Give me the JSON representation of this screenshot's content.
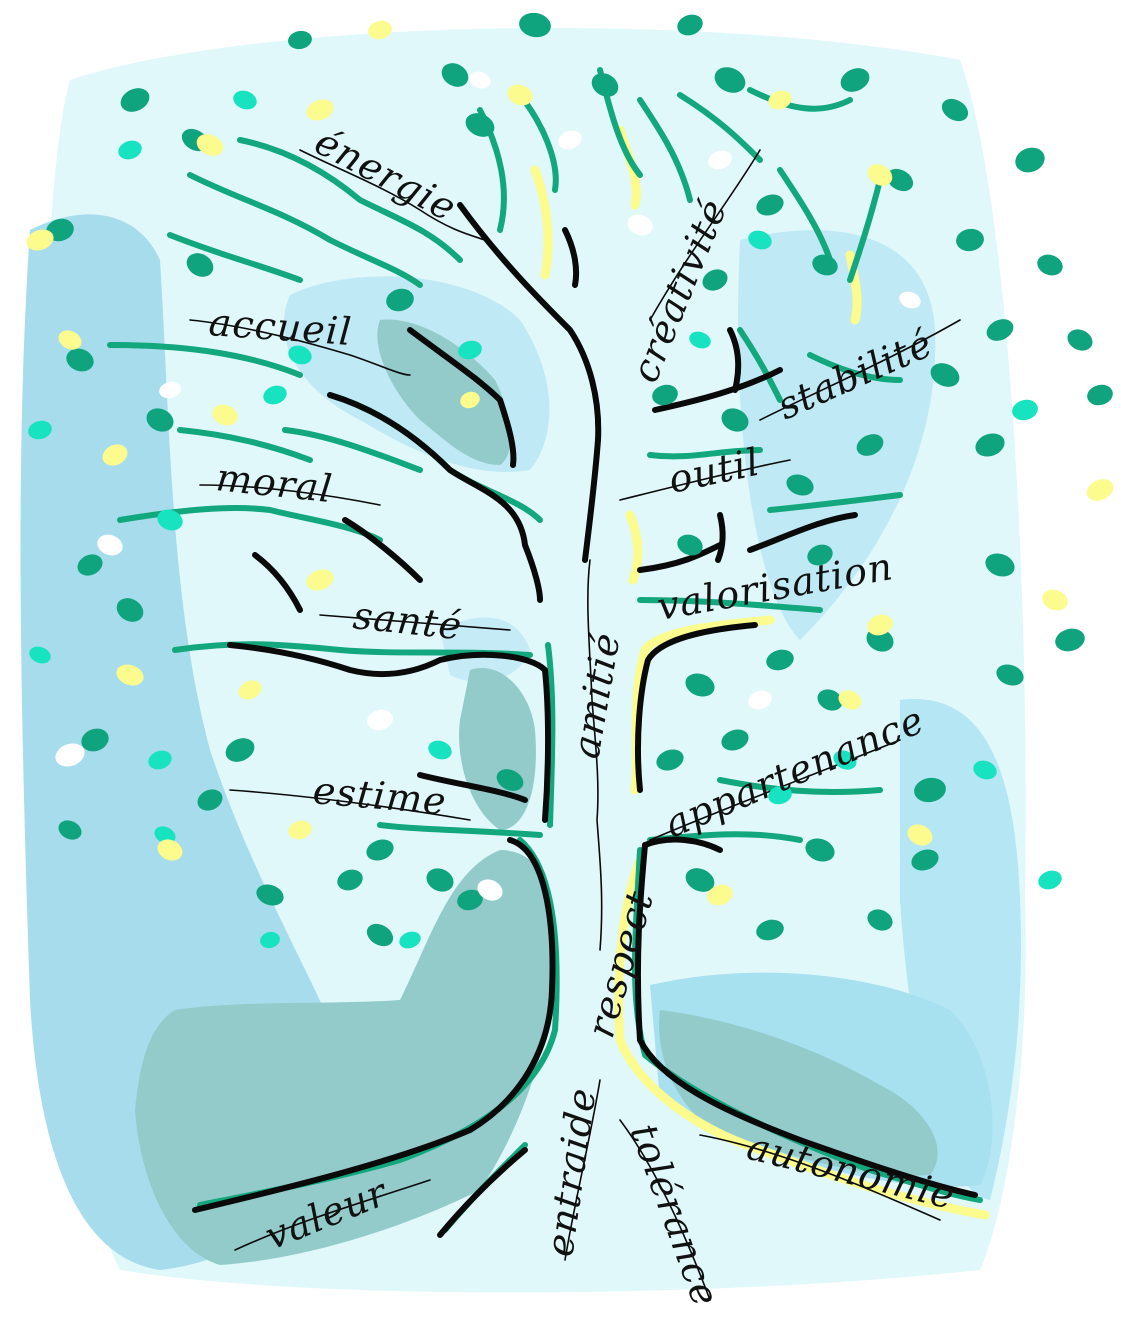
{
  "colors": {
    "sky_light": "#e1f8fb",
    "sky_mid": "#bfe9f4",
    "sky_dark": "#a7dcec",
    "shadow": "#93cbcb",
    "trunk": "#0a0a0a",
    "branch_green": "#12a77c",
    "leaf_dark": "#0fa37e",
    "leaf_teal": "#17e3c0",
    "leaf_yellow": "#fbfb8e",
    "leaf_white": "#ffffff"
  },
  "words": {
    "energie": "énergie",
    "creativite": "créativité",
    "accueil": "accueil",
    "stabilite": "stabilité",
    "outil": "outil",
    "moral": "moral",
    "valorisation": "valorisation",
    "sante": "santé",
    "amitie": "amitié",
    "appartenance": "appartenance",
    "estime": "estime",
    "respect": "respect",
    "entraide": "entraide",
    "tolerance": "tolérance",
    "autonomie": "autonomie",
    "valeur": "valeur"
  }
}
